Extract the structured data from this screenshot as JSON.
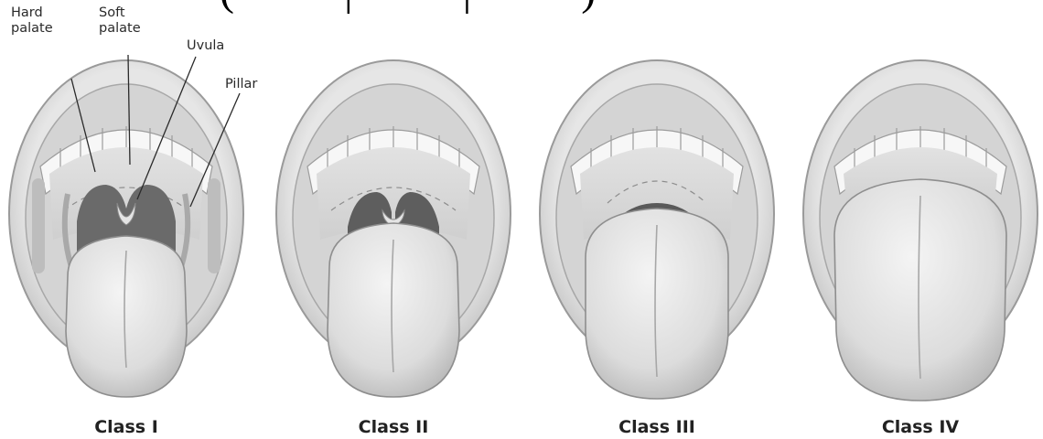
{
  "header_fragment": "(          |          |          )",
  "annotations": {
    "hard_palate": "Hard\npalate",
    "soft_palate": "Soft\npalate",
    "uvula": "Uvula",
    "pillar": "Pillar"
  },
  "panels": [
    {
      "label": "Class I"
    },
    {
      "label": "Class II"
    },
    {
      "label": "Class III"
    },
    {
      "label": "Class IV"
    }
  ]
}
